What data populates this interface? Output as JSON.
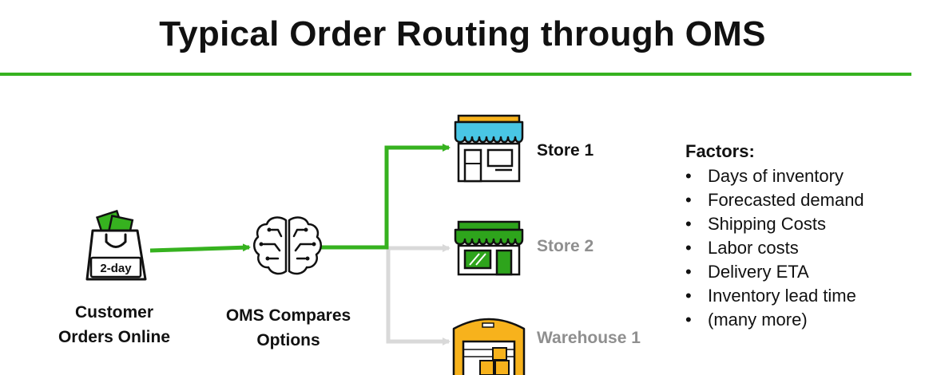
{
  "title": "Typical Order Routing through OMS",
  "colors": {
    "accent_green": "#36b21f",
    "inactive_gray": "#d9d9d9",
    "muted_text": "#8f8f8f",
    "store1_awning": "#49c6e5",
    "store2_awning": "#2ea41c",
    "warehouse": "#f7b21c"
  },
  "nodes": {
    "customer": {
      "icon": "shopping-bag-icon",
      "badge": "2-day",
      "label_line1": "Customer",
      "label_line2": "Orders Online"
    },
    "oms": {
      "icon": "brain-circuit-icon",
      "label_line1": "OMS Compares",
      "label_line2": "Options"
    },
    "destinations": [
      {
        "icon": "store-icon",
        "label": "Store 1",
        "selected": true
      },
      {
        "icon": "store-icon",
        "label": "Store 2",
        "selected": false
      },
      {
        "icon": "warehouse-icon",
        "label": "Warehouse 1",
        "selected": false
      }
    ]
  },
  "factors": {
    "title": "Factors:",
    "items": [
      "Days of inventory",
      "Forecasted demand",
      "Shipping Costs",
      "Labor costs",
      "Delivery ETA",
      "Inventory lead time",
      "(many more)"
    ]
  }
}
